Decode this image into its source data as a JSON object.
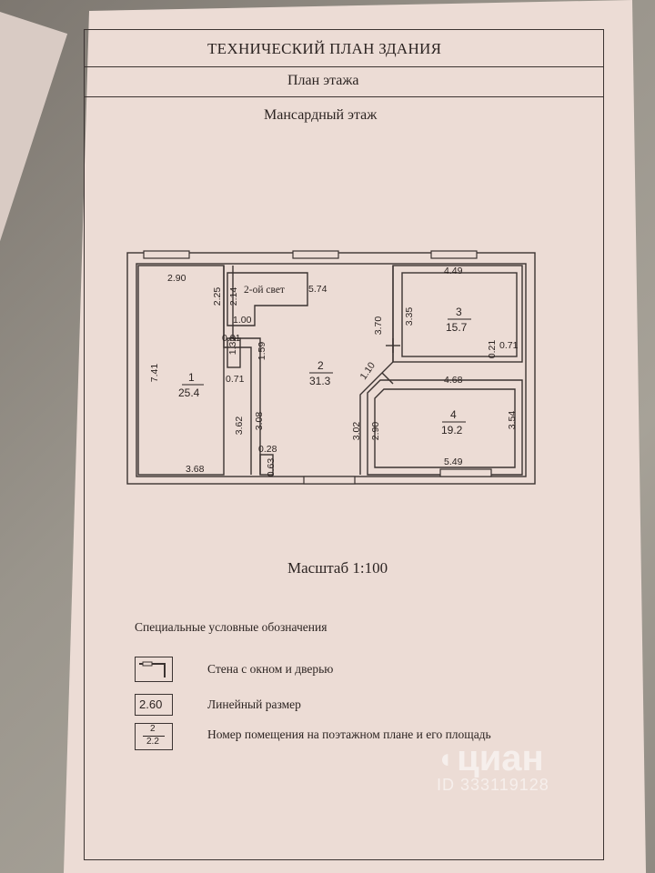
{
  "header": {
    "title": "ТЕХНИЧЕСКИЙ ПЛАН ЗДАНИЯ",
    "subtitle": "План этажа",
    "floor": "Мансардный этаж"
  },
  "plan": {
    "dimensions": {
      "d290": "2.90",
      "d225": "2.25",
      "d214": "2.14",
      "d574": "5.74",
      "light": "2-ой свет",
      "d100": "1.00",
      "d081": "0.81",
      "d132": "1.32",
      "d159": "1.59",
      "d741": "7.41",
      "d071a": "0.71",
      "d362": "3.62",
      "d308": "3.08",
      "d028": "0.28",
      "d063": "0.63",
      "d368": "3.68",
      "d370": "3.70",
      "d110": "1.10",
      "d302": "3.02",
      "d290b": "2.90",
      "d449": "4.49",
      "d335": "3.35",
      "d021": "0.21",
      "d071b": "0.71",
      "d468": "4.68",
      "d354": "3.54",
      "d549": "5.49"
    },
    "rooms": [
      {
        "num": "1",
        "area": "25.4"
      },
      {
        "num": "2",
        "area": "31.3"
      },
      {
        "num": "3",
        "area": "15.7"
      },
      {
        "num": "4",
        "area": "19.2"
      }
    ]
  },
  "scale": "Масштаб 1:100",
  "legend": {
    "title": "Специальные условные обозначения",
    "items": [
      {
        "label": "Стена с окном и дверью"
      },
      {
        "sample": "2.60",
        "label": "Линейный размер"
      },
      {
        "num": "2",
        "area": "2.2",
        "label": "Номер помещения на поэтажном плане и его площадь"
      }
    ]
  },
  "watermark": {
    "brand": "циан",
    "id": "ID 333119128"
  }
}
